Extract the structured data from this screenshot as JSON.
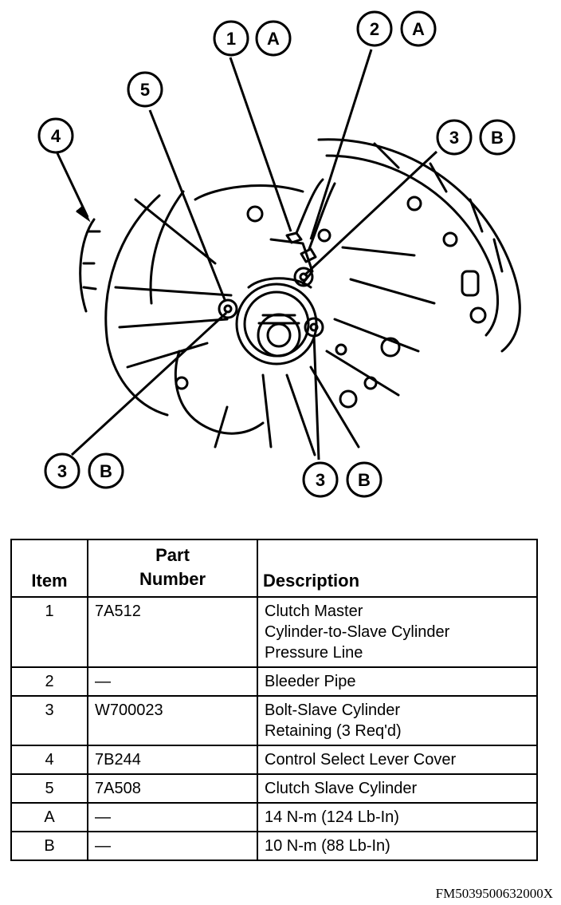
{
  "callouts": [
    {
      "num": "1",
      "letter": "A"
    },
    {
      "num": "2",
      "letter": "A"
    },
    {
      "num": "3",
      "letter": "B"
    },
    {
      "num": "4"
    },
    {
      "num": "5"
    },
    {
      "num": "3",
      "letter": "B"
    },
    {
      "num": "3",
      "letter": "B"
    }
  ],
  "table": {
    "headers": {
      "item": "Item",
      "part_line1": "Part",
      "part_line2": "Number",
      "description": "Description"
    },
    "rows": [
      {
        "item": "1",
        "part": "7A512",
        "description": [
          "Clutch Master",
          "Cylinder-to-Slave Cylinder",
          "Pressure Line"
        ]
      },
      {
        "item": "2",
        "part": "—",
        "description": [
          "Bleeder Pipe"
        ]
      },
      {
        "item": "3",
        "part": "W700023",
        "description": [
          "Bolt-Slave Cylinder",
          "Retaining (3 Req'd)"
        ]
      },
      {
        "item": "4",
        "part": "7B244",
        "description": [
          "Control Select Lever Cover"
        ]
      },
      {
        "item": "5",
        "part": "7A508",
        "description": [
          "Clutch Slave Cylinder"
        ]
      },
      {
        "item": "A",
        "part": "—",
        "description": [
          "14 N-m (124 Lb-In)"
        ]
      },
      {
        "item": "B",
        "part": "—",
        "description": [
          "10 N-m (88 Lb-In)"
        ]
      }
    ]
  },
  "figure_id": "FM5039500632000X"
}
